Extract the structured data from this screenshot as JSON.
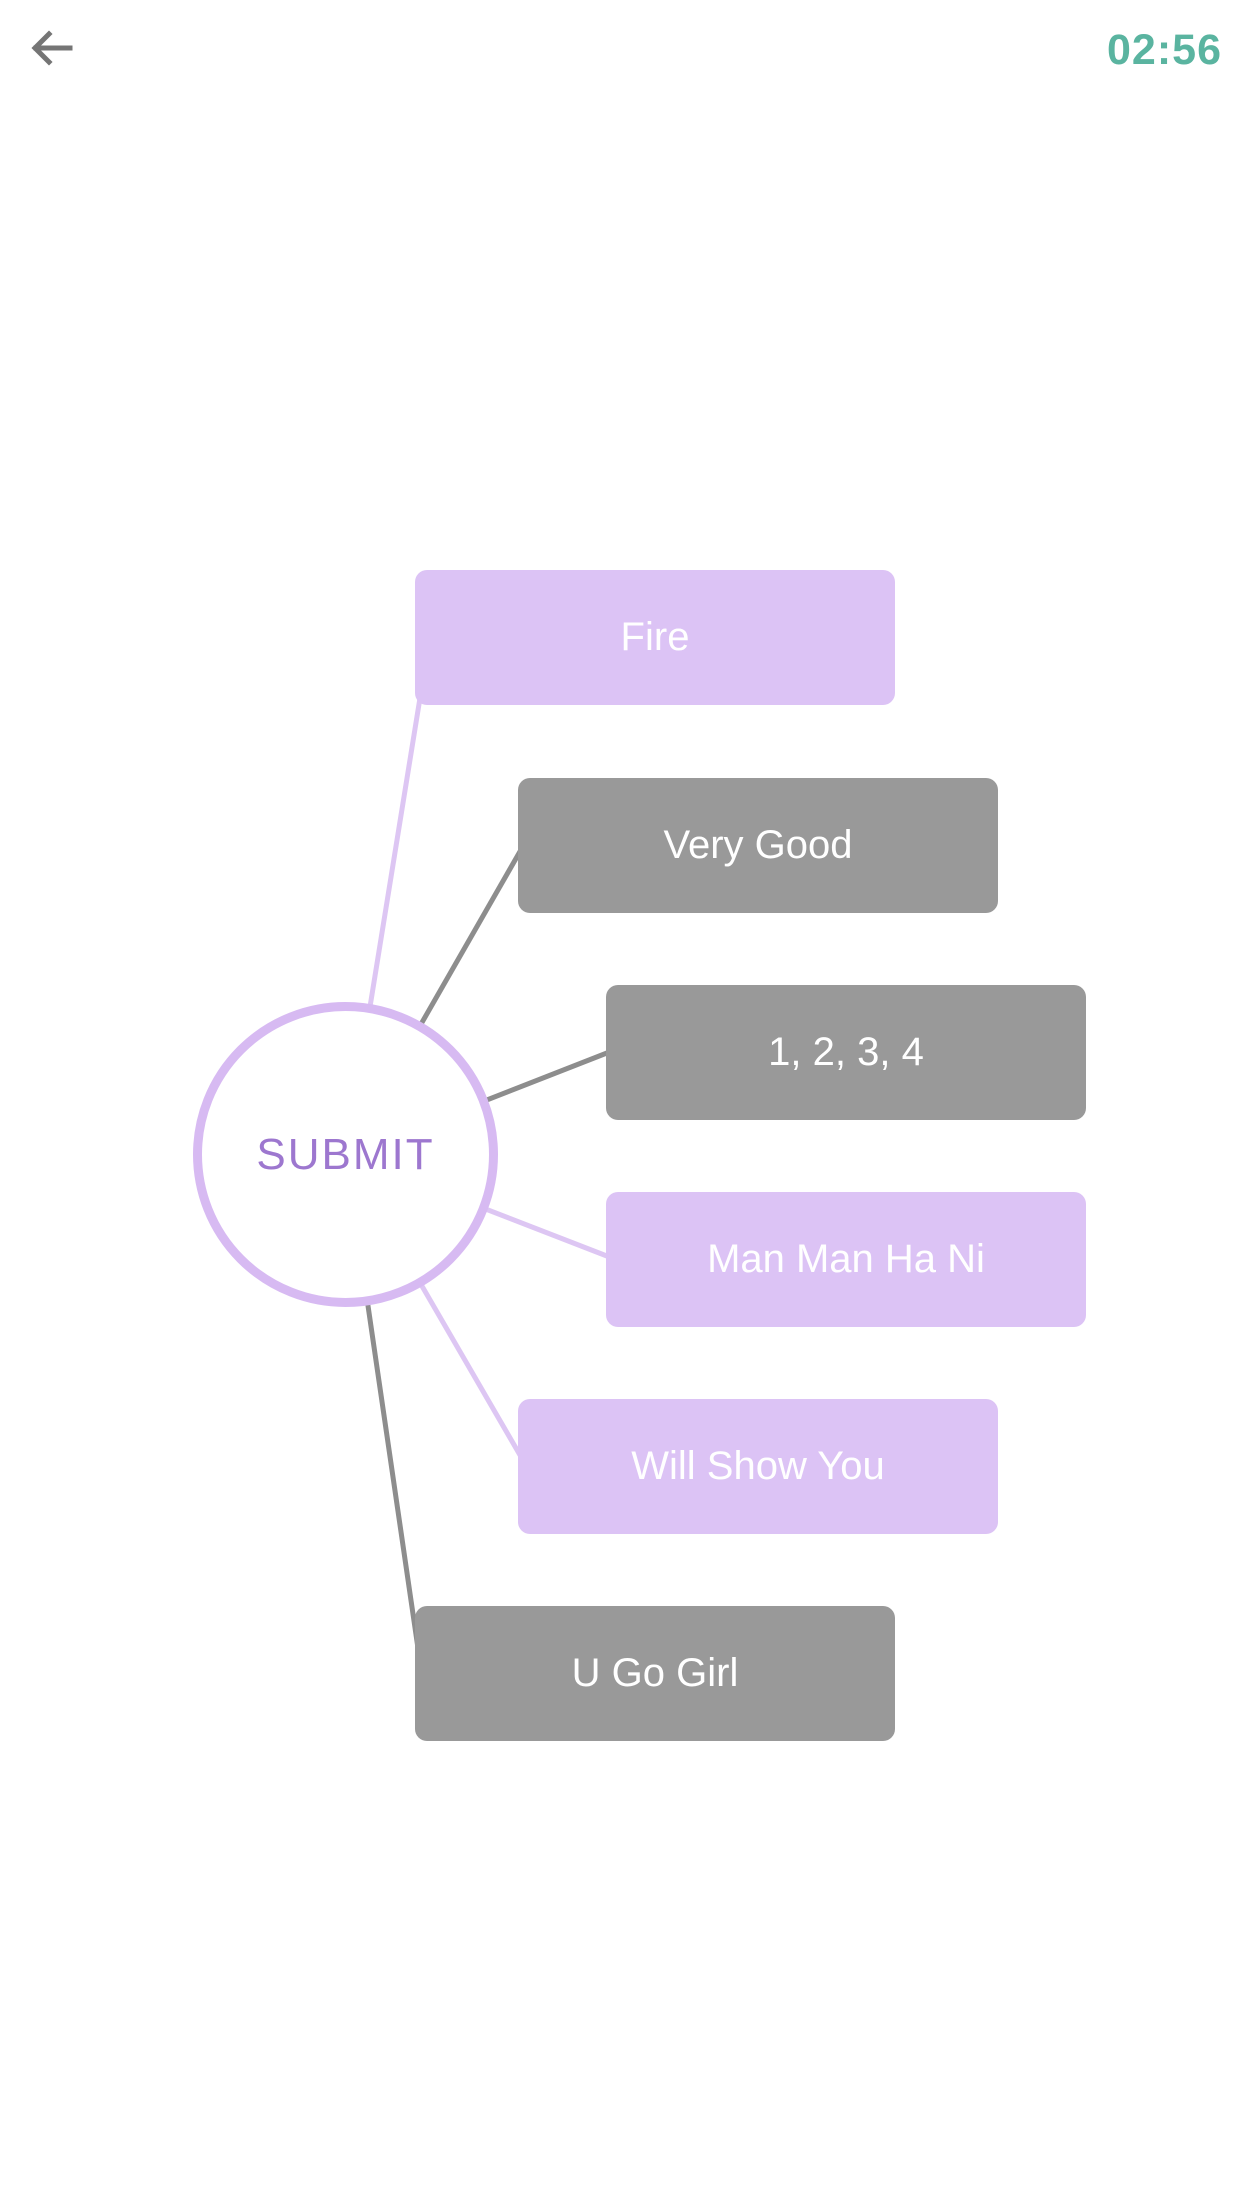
{
  "header": {
    "timer": "02:56",
    "back_icon": "arrow-left"
  },
  "center_node": {
    "label": "SUBMIT"
  },
  "options": [
    {
      "label": "Fire",
      "variant": "purple"
    },
    {
      "label": "Very Good",
      "variant": "gray"
    },
    {
      "label": "1, 2, 3, 4",
      "variant": "gray"
    },
    {
      "label": "Man Man Ha Ni",
      "variant": "purple"
    },
    {
      "label": "Will Show You",
      "variant": "purple"
    },
    {
      "label": "U Go Girl",
      "variant": "gray"
    }
  ],
  "colors": {
    "background": "#FFFFFF",
    "timer": "#5AB4A0",
    "back-arrow": "#757575",
    "option-purple": "#DCC3F5",
    "option-gray": "#999999",
    "option-text": "#FFFFFF",
    "node-border": "#D7BAF2",
    "node-text": "#9D77CF",
    "line-purple": "#DDC6F3",
    "line-gray": "#8D8D8D"
  }
}
